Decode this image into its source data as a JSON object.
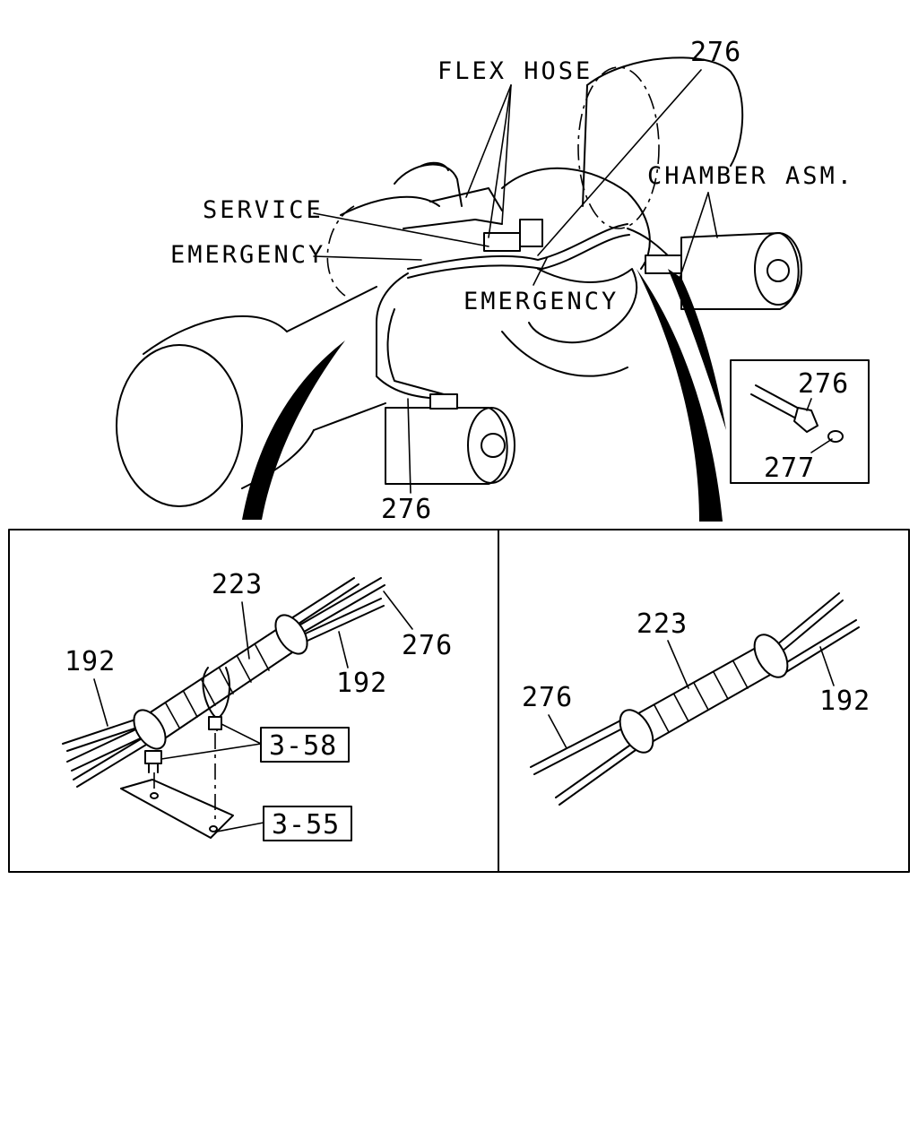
{
  "colors": {
    "ink": "#000000",
    "paper": "#ffffff"
  },
  "labels": {
    "flex_hose": "FLEX HOSE",
    "service": "SERVICE",
    "emergency_left": "EMERGENCY",
    "emergency_center": "EMERGENCY",
    "chamber_asm": "CHAMBER ASM."
  },
  "callouts": {
    "top_276": "276",
    "bottom_276": "276",
    "inset_276": "276",
    "inset_277": "277",
    "left_223": "223",
    "left_192_a": "192",
    "left_192_b": "192",
    "left_276": "276",
    "right_223": "223",
    "right_276": "276",
    "right_192": "192"
  },
  "references": {
    "ref_3_58": "3-58",
    "ref_3_55": "3-55"
  }
}
